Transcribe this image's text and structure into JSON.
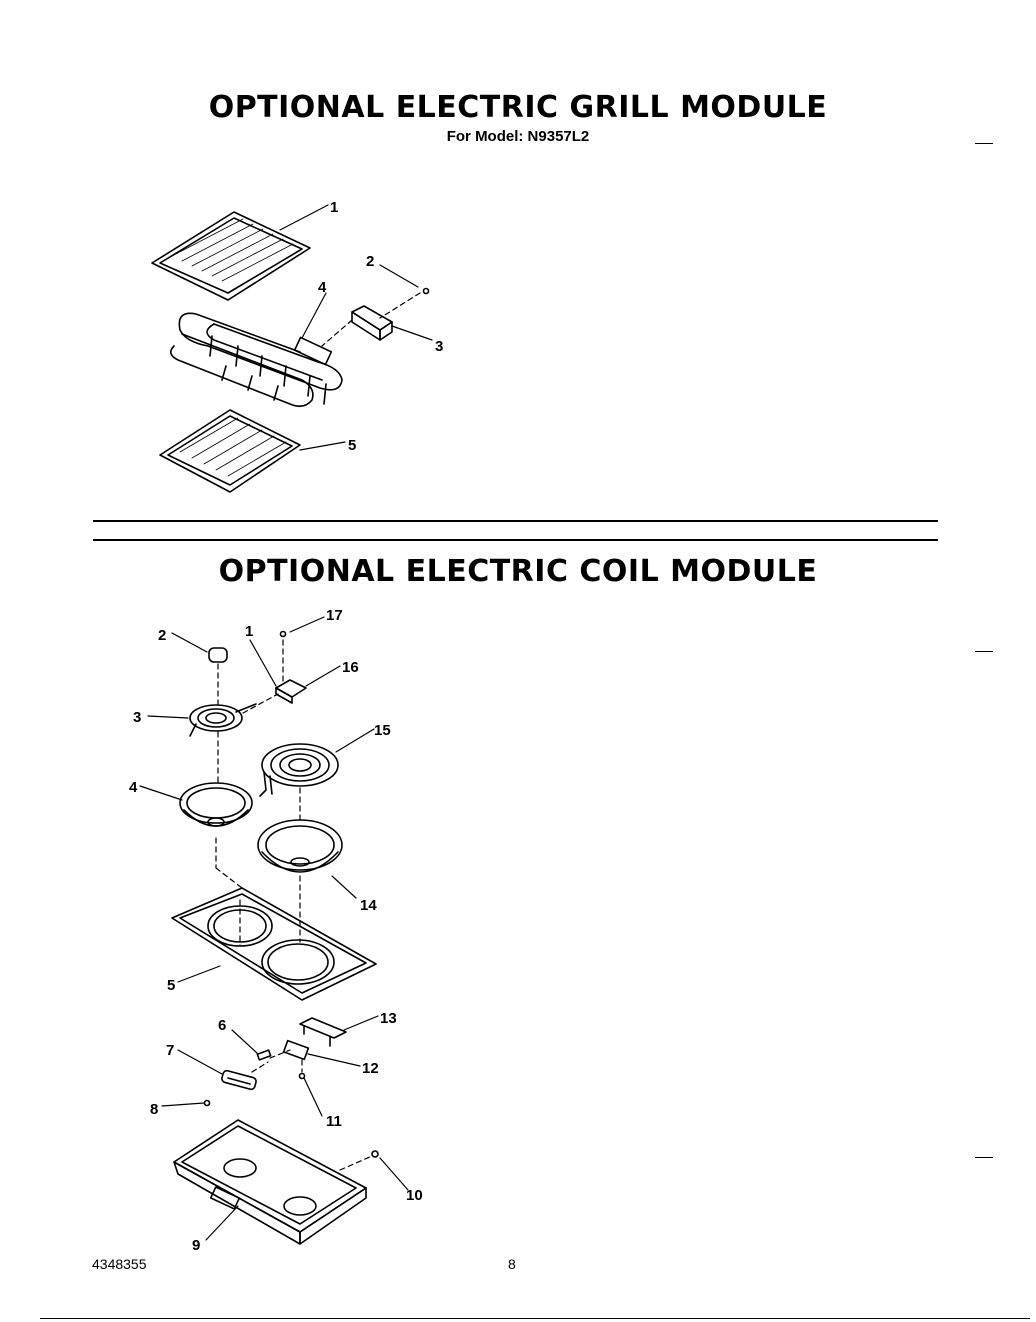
{
  "grill": {
    "title": "OPTIONAL ELECTRIC GRILL MODULE",
    "subtitle": "For Model: N9357L2",
    "callouts": [
      "1",
      "2",
      "3",
      "4",
      "5"
    ]
  },
  "coil": {
    "title": "OPTIONAL ELECTRIC COIL MODULE",
    "callouts": [
      "1",
      "2",
      "3",
      "4",
      "5",
      "6",
      "7",
      "8",
      "9",
      "10",
      "11",
      "12",
      "13",
      "14",
      "15",
      "16",
      "17"
    ]
  },
  "footer": {
    "doc_number": "4348355",
    "page_number": "8"
  }
}
